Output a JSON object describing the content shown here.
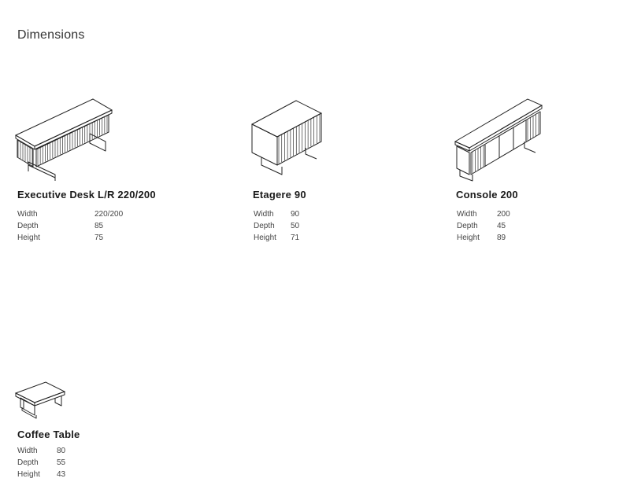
{
  "page": {
    "title": "Dimensions"
  },
  "labels": {
    "width": "Width",
    "depth": "Depth",
    "height": "Height"
  },
  "products": [
    {
      "name": "Executive Desk L/R 220/200",
      "width": "220/200",
      "depth": "85",
      "height": "75"
    },
    {
      "name": "Etagere 90",
      "width": "90",
      "depth": "50",
      "height": "71"
    },
    {
      "name": "Console 200",
      "width": "200",
      "depth": "45",
      "height": "89"
    },
    {
      "name": "Coffee Table",
      "width": "80",
      "depth": "55",
      "height": "43"
    }
  ]
}
